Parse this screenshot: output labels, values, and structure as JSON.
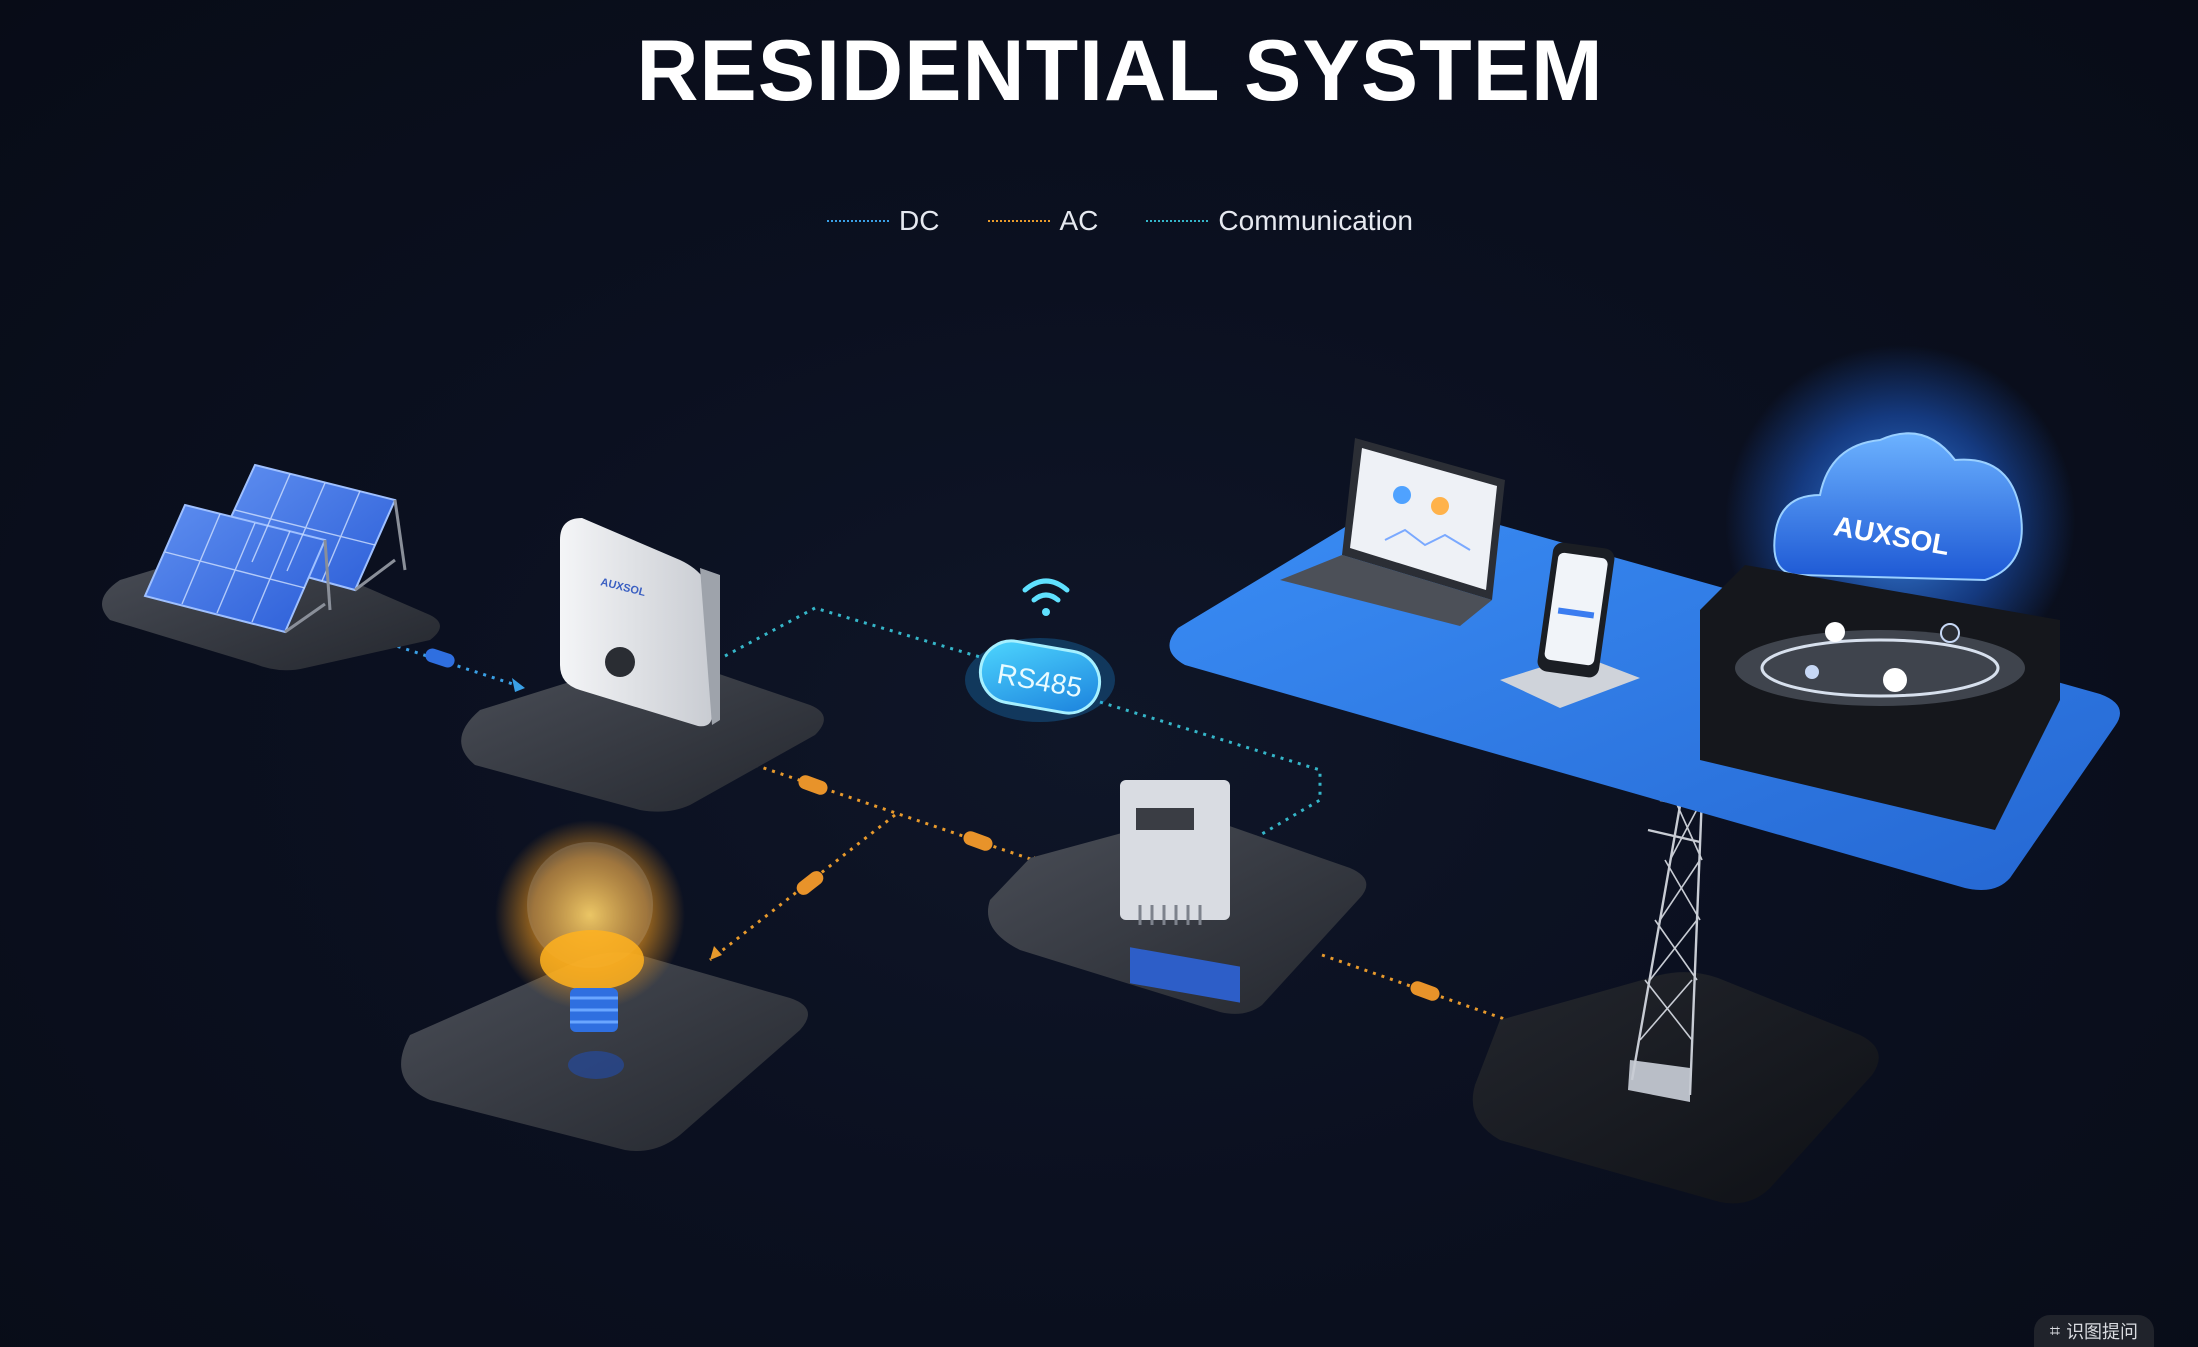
{
  "title": "RESIDENTIAL SYSTEM",
  "legend": {
    "items": [
      {
        "label": "DC",
        "color": "#3aa0e6"
      },
      {
        "label": "AC",
        "color": "#e89a2c"
      },
      {
        "label": "Communication",
        "color": "#35b6c9"
      }
    ]
  },
  "nodes": {
    "solar": {
      "icon": "solar-panel-icon"
    },
    "inverter": {
      "icon": "inverter-icon",
      "brand": "AUXSOL"
    },
    "rs485": {
      "label": "RS485",
      "icon": "wifi-icon"
    },
    "meter": {
      "icon": "smart-meter-icon"
    },
    "bulb": {
      "icon": "lightbulb-icon"
    },
    "grid": {
      "icon": "power-tower-icon"
    },
    "laptop": {
      "icon": "laptop-icon"
    },
    "phone": {
      "icon": "phone-icon"
    },
    "cloud": {
      "label": "AUXSOL",
      "icon": "cloud-icon"
    }
  },
  "corner": {
    "label": "识图提问"
  },
  "colors": {
    "platform": "#3a3d44",
    "cloud_platform": "#2f7ee8",
    "dc_line": "#3aa0e6",
    "ac_line": "#e89a2c",
    "comm_line": "#35b6c9"
  }
}
